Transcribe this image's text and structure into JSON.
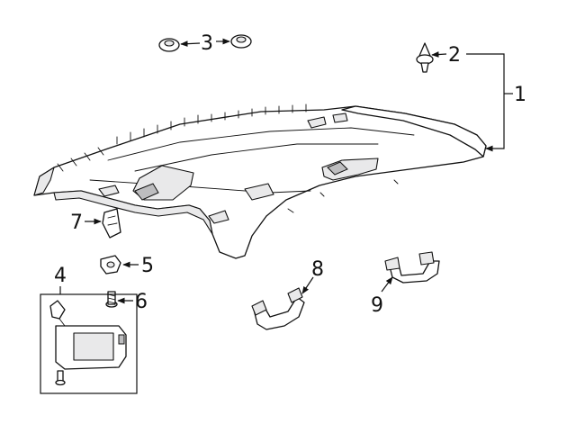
{
  "diagram": {
    "callouts": [
      {
        "id": "1",
        "text": "1"
      },
      {
        "id": "2",
        "text": "2"
      },
      {
        "id": "3",
        "text": "3"
      },
      {
        "id": "4",
        "text": "4"
      },
      {
        "id": "5",
        "text": "5"
      },
      {
        "id": "6",
        "text": "6"
      },
      {
        "id": "7",
        "text": "7"
      },
      {
        "id": "8",
        "text": "8"
      },
      {
        "id": "9",
        "text": "9"
      }
    ],
    "parts": [
      {
        "callout": "1",
        "icon": "headliner-panel"
      },
      {
        "callout": "2",
        "icon": "push-pin-retainer"
      },
      {
        "callout": "3",
        "icon": "grommet-pair"
      },
      {
        "callout": "4",
        "icon": "sun-visor-assembly"
      },
      {
        "callout": "5",
        "icon": "visor-bracket"
      },
      {
        "callout": "6",
        "icon": "screw"
      },
      {
        "callout": "7",
        "icon": "clip"
      },
      {
        "callout": "8",
        "icon": "assist-handle-front"
      },
      {
        "callout": "9",
        "icon": "assist-handle-rear"
      }
    ]
  }
}
